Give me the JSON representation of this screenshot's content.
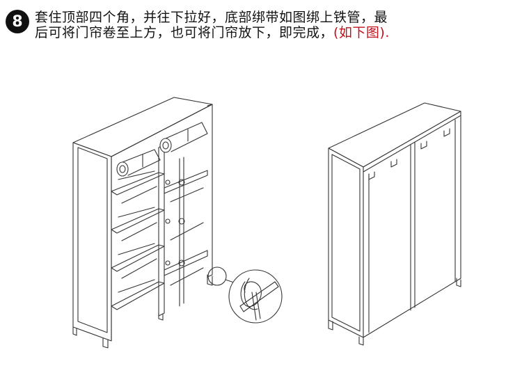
{
  "step": {
    "number": "8",
    "line1": "套住顶部四个角，并往下拉好，底部绑带如图绑上铁管，最",
    "line2": "后可将门帘卷至上方，也可将门帘放下，即完成，",
    "line2_highlight": "(如下图).",
    "highlight_color": "#c0121b"
  },
  "figures": {
    "left": "wardrobe-rolled-up",
    "right": "wardrobe-closed"
  }
}
